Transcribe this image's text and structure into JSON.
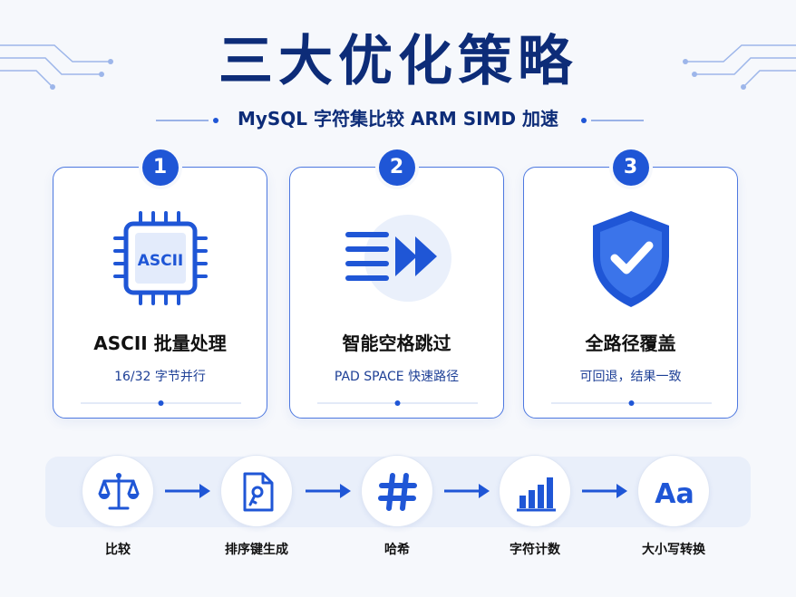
{
  "header": {
    "title": "三大优化策略",
    "subtitle": "MySQL 字符集比较 ARM SIMD 加速"
  },
  "cards": [
    {
      "number": "1",
      "chip_text": "ASCII",
      "title": "ASCII 批量处理",
      "subtitle": "16/32 字节并行",
      "icon": "cpu-chip-icon"
    },
    {
      "number": "2",
      "title": "智能空格跳过",
      "subtitle": "PAD SPACE 快速路径",
      "icon": "fast-forward-icon"
    },
    {
      "number": "3",
      "title": "全路径覆盖",
      "subtitle": "可回退，结果一致",
      "icon": "shield-check-icon"
    }
  ],
  "flow": [
    {
      "label": "比较",
      "icon": "balance-scale-icon"
    },
    {
      "label": "排序键生成",
      "icon": "document-key-icon"
    },
    {
      "label": "哈希",
      "icon": "hash-icon"
    },
    {
      "label": "字符计数",
      "icon": "bar-chart-icon"
    },
    {
      "label": "大小写转换",
      "icon": "letter-case-icon",
      "glyph": "Aa"
    }
  ],
  "colors": {
    "primary": "#1f56d6",
    "dark": "#0d2c78",
    "border": "#4d78e0",
    "background": "#f6f8fc"
  }
}
